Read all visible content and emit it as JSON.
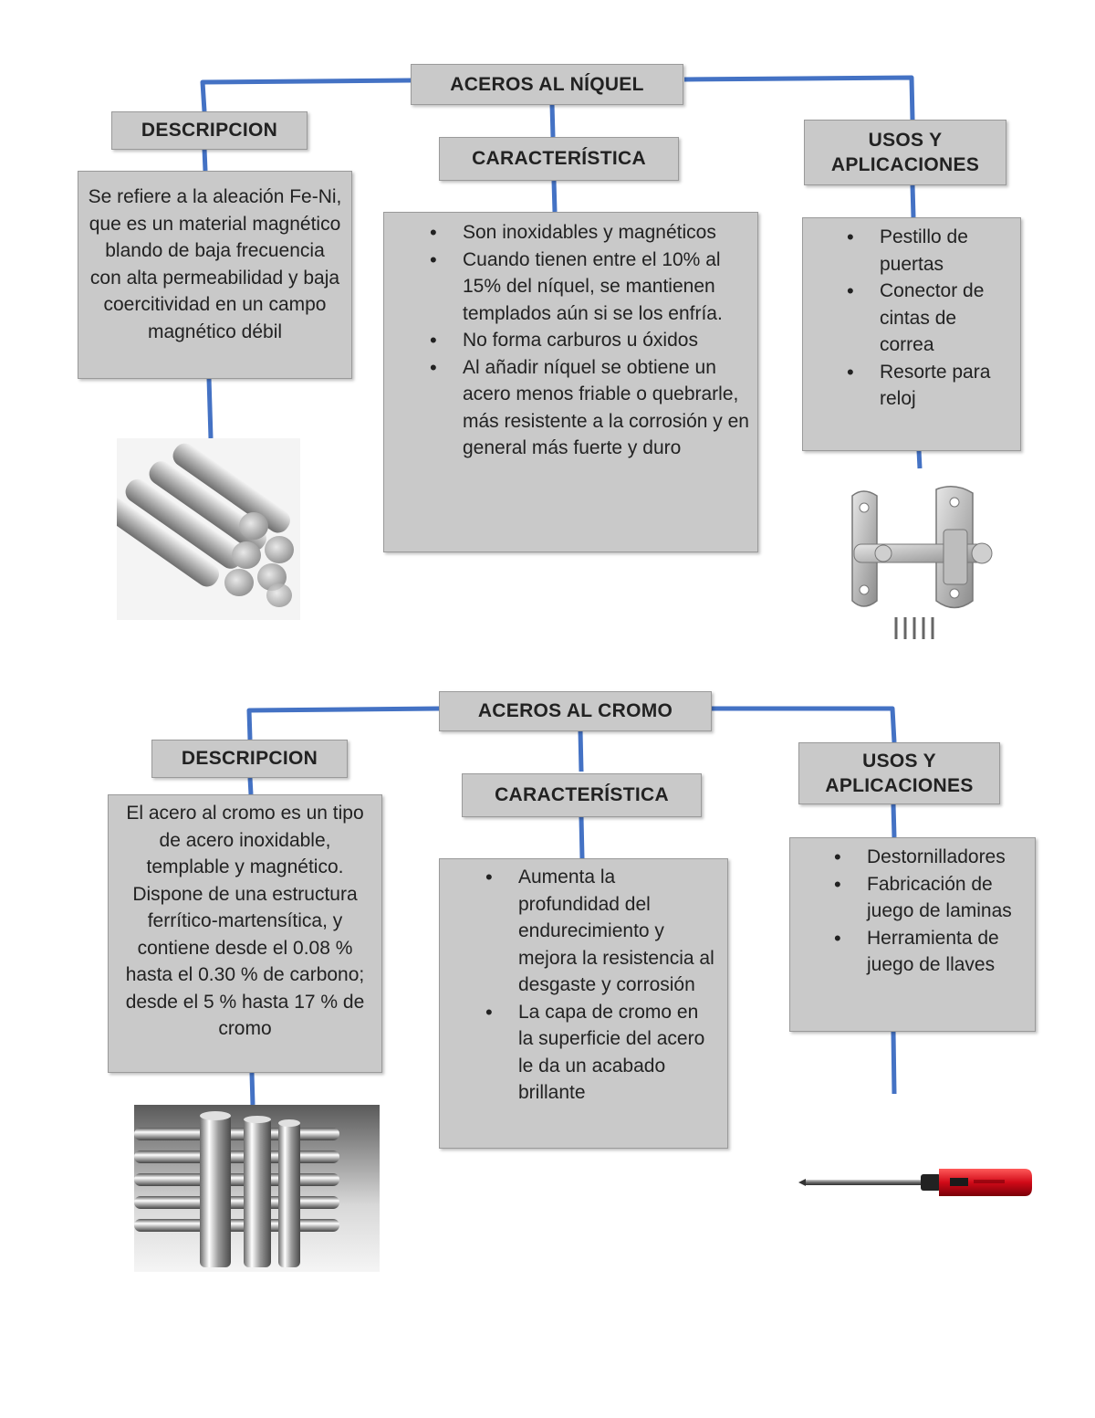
{
  "diagrams": [
    {
      "title": "ACEROS AL NÍQUEL",
      "descripcion": {
        "label": "DESCRIPCION",
        "text": "Se refiere a la aleación Fe-Ni, que es un material magnético blando de baja frecuencia con alta permeabilidad y baja coercitividad en un campo magnético débil"
      },
      "caracteristica": {
        "label": "CARACTERÍSTICA",
        "items": [
          "Son inoxidables y magnéticos",
          "Cuando tienen entre el 10% al 15% del níquel, se mantienen templados aún si se los enfría.",
          "No forma carburos u óxidos",
          "Al añadir níquel se obtiene un acero menos friable o quebrarle, más resistente a la corrosión y en general más fuerte y duro"
        ]
      },
      "usos": {
        "label": "USOS Y APLICACIONES",
        "items": [
          "Pestillo de puertas",
          "Conector de cintas de correa",
          "Resorte para reloj"
        ]
      },
      "images": [
        "steel-bars-image",
        "door-latch-image"
      ]
    },
    {
      "title": "ACEROS AL CROMO",
      "descripcion": {
        "label": "DESCRIPCION",
        "text": "El acero al cromo es un tipo de acero inoxidable, templable y magnético. Dispone de una estructura ferrítico-martensítica, y contiene desde el 0.08 % hasta el 0.30 % de carbono; desde el 5 % hasta 17 % de cromo"
      },
      "caracteristica": {
        "label": "CARACTERÍSTICA",
        "items": [
          "Aumenta la profundidad del endurecimiento y mejora la resistencia al desgaste y corrosión",
          "La capa de cromo en la superficie del acero le da un acabado brillante"
        ]
      },
      "usos": {
        "label": "USOS Y APLICACIONES",
        "items": [
          "Destornilladores",
          "Fabricación de juego de laminas",
          "Herramienta de juego de llaves"
        ]
      },
      "images": [
        "chrome-bars-image",
        "screwdriver-image"
      ]
    }
  ],
  "colors": {
    "connector": "#4472c4",
    "box": "#c9c9c9",
    "box_border": "#9a9a9a"
  }
}
